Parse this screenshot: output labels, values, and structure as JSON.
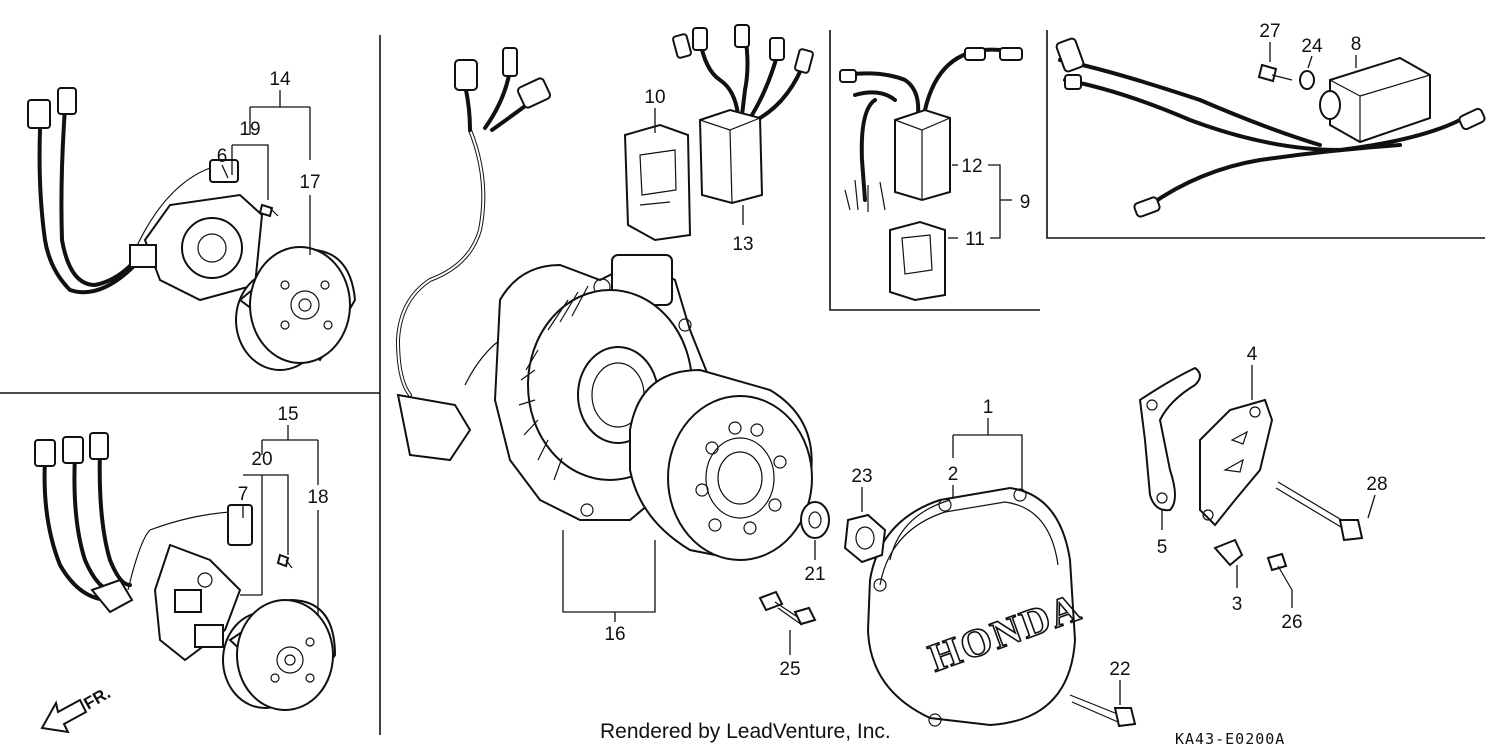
{
  "callouts": {
    "c1": "1",
    "c2": "2",
    "c3": "3",
    "c4": "4",
    "c5": "5",
    "c6": "6",
    "c7": "7",
    "c8": "8",
    "c9": "9",
    "c10": "10",
    "c11": "11",
    "c12": "12",
    "c13": "13",
    "c14": "14",
    "c15": "15",
    "c16": "16",
    "c17": "17",
    "c18": "18",
    "c19": "19",
    "c20": "20",
    "c21": "21",
    "c22": "22",
    "c23": "23",
    "c24": "24",
    "c25": "25",
    "c26": "26",
    "c27": "27",
    "c28": "28"
  },
  "cover_logo": "HONDA",
  "direction_label": "FR.",
  "footer": {
    "credit": "Rendered by LeadVenture, Inc.",
    "diagram_code": "KA43-E0200A"
  }
}
